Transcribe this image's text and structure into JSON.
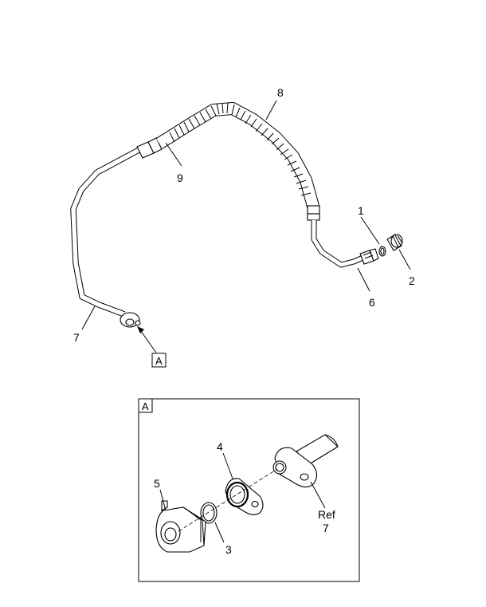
{
  "callouts": {
    "c1": "1",
    "c2": "2",
    "c6": "6",
    "c7": "7",
    "c8": "8",
    "c9": "9",
    "view_ref": "A"
  },
  "detail_view": {
    "label": "A",
    "c3": "3",
    "c4": "4",
    "c5": "5",
    "ref_word": "Ref",
    "ref_num": "7"
  }
}
